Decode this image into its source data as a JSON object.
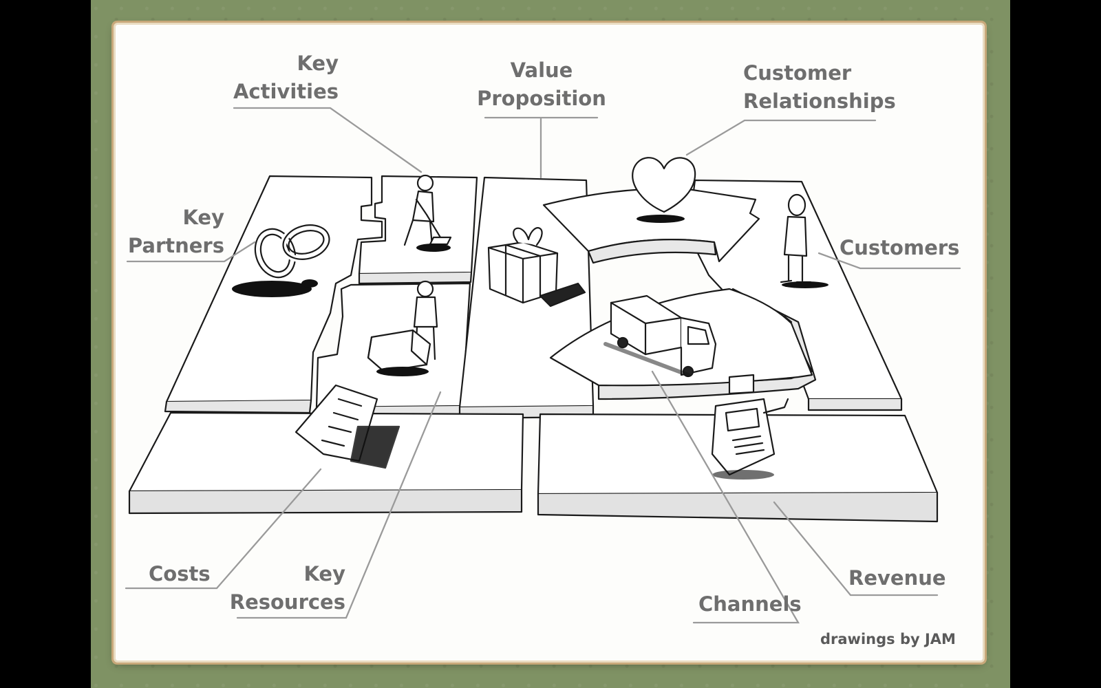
{
  "labels": {
    "key_activities": [
      "Key",
      "Activities"
    ],
    "value_proposition": [
      "Value",
      "Proposition"
    ],
    "customer_relationships": [
      "Customer",
      "Relationships"
    ],
    "key_partners": [
      "Key",
      "Partners"
    ],
    "customers": "Customers",
    "costs": "Costs",
    "key_resources": [
      "Key",
      "Resources"
    ],
    "channels": "Channels",
    "revenue": "Revenue"
  },
  "credit": "drawings by JAM",
  "colors": {
    "background_green": "#7f9264",
    "card": "#fdfdfb",
    "label_gray": "#6e6e6e",
    "line_gray": "#9a9a9a",
    "ink": "#1a1a1a"
  }
}
